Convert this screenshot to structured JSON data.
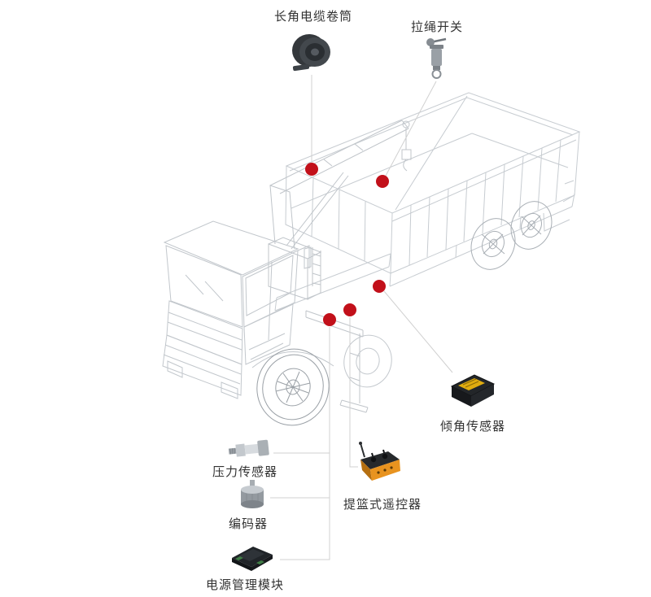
{
  "page": {
    "background": "#ffffff"
  },
  "diagram": {
    "subject": "truck-mounted-crane-component-diagram",
    "colors": {
      "marker_dot": "#c2101a",
      "leader_line": "#d0d0d0",
      "wireframe": "#c7ccd1",
      "label_text": "#333333",
      "remote_orange": "#e8931f",
      "sensor_yellow": "#e0ac0f"
    },
    "markers": {
      "count": 5
    },
    "callouts": [
      {
        "id": "cable-reel",
        "label": "长角电缆卷筒",
        "icon": "cable-reel-image"
      },
      {
        "id": "pull-rope-switch",
        "label": "拉绳开关",
        "icon": "pull-rope-switch-image"
      },
      {
        "id": "tilt-sensor",
        "label": "倾角传感器",
        "icon": "tilt-sensor-image"
      },
      {
        "id": "pressure-sensor",
        "label": "压力传感器",
        "icon": "pressure-sensor-image"
      },
      {
        "id": "encoder",
        "label": "编码器",
        "icon": "encoder-image"
      },
      {
        "id": "basket-remote",
        "label": "提篮式遥控器",
        "icon": "basket-remote-image"
      },
      {
        "id": "power-module",
        "label": "电源管理模块",
        "icon": "power-module-image"
      }
    ]
  }
}
